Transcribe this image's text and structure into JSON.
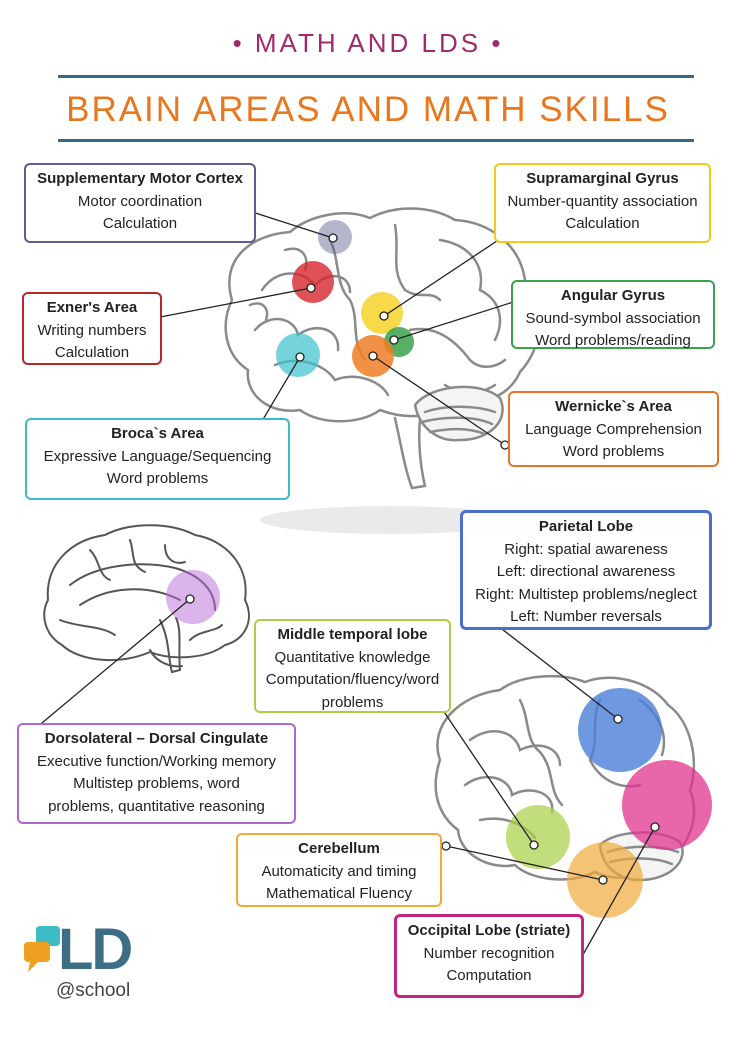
{
  "header": {
    "kicker": "• MATH AND LDS •",
    "title": "BRAIN AREAS AND MATH SKILLS"
  },
  "colors": {
    "kicker": "#a02a6e",
    "title": "#e8771e",
    "rule": "#2f6b85"
  },
  "regions": {
    "supplementary_motor_cortex": {
      "title": "Supplementary Motor Cortex",
      "lines": [
        "Motor coordination",
        "Calculation"
      ],
      "color": "#5b5e8e"
    },
    "exners_area": {
      "title": "Exner's Area",
      "lines": [
        "Writing numbers",
        "Calculation"
      ],
      "color": "#b3282d"
    },
    "brocas_area": {
      "title": "Broca`s Area",
      "lines": [
        "Expressive Language/Sequencing",
        "Word problems"
      ],
      "color": "#3bbcc7"
    },
    "supramarginal_gyrus": {
      "title": "Supramarginal Gyrus",
      "lines": [
        "Number-quantity association",
        "Calculation"
      ],
      "color": "#efcc1a"
    },
    "angular_gyrus": {
      "title": "Angular Gyrus",
      "lines": [
        "Sound-symbol association",
        "Word problems/reading"
      ],
      "color": "#3aa24a"
    },
    "wernickes_area": {
      "title": "Wernicke`s Area",
      "lines": [
        "Language Comprehension",
        "Word problems"
      ],
      "color": "#e77422"
    },
    "parietal_lobe": {
      "title": "Parietal Lobe",
      "lines": [
        "Right: spatial awareness",
        "Left: directional awareness",
        "Right: Multistep problems/neglect",
        "Left: Number reversals"
      ],
      "color": "#4a6fd0"
    },
    "middle_temporal_lobe": {
      "title": "Middle temporal lobe",
      "lines": [
        "Quantitative knowledge",
        "Computation/fluency/word",
        "problems"
      ],
      "color": "#a8cf45"
    },
    "dorsolateral": {
      "title": "Dorsolateral – Dorsal Cingulate",
      "lines": [
        "Executive function/Working memory",
        "Multistep problems, word",
        "problems, quantitative reasoning"
      ],
      "color": "#b065d0"
    },
    "cerebellum": {
      "title": "Cerebellum",
      "lines": [
        "Automaticity and timing",
        "Mathematical Fluency"
      ],
      "color": "#f0a93a"
    },
    "occipital_lobe": {
      "title": "Occipital Lobe (striate)",
      "lines": [
        "Number recognition",
        "Computation"
      ],
      "color": "#c0267e"
    }
  },
  "logo": {
    "mark": "LD",
    "tagline": "@school",
    "icon": "speech-bubbles-icon"
  }
}
